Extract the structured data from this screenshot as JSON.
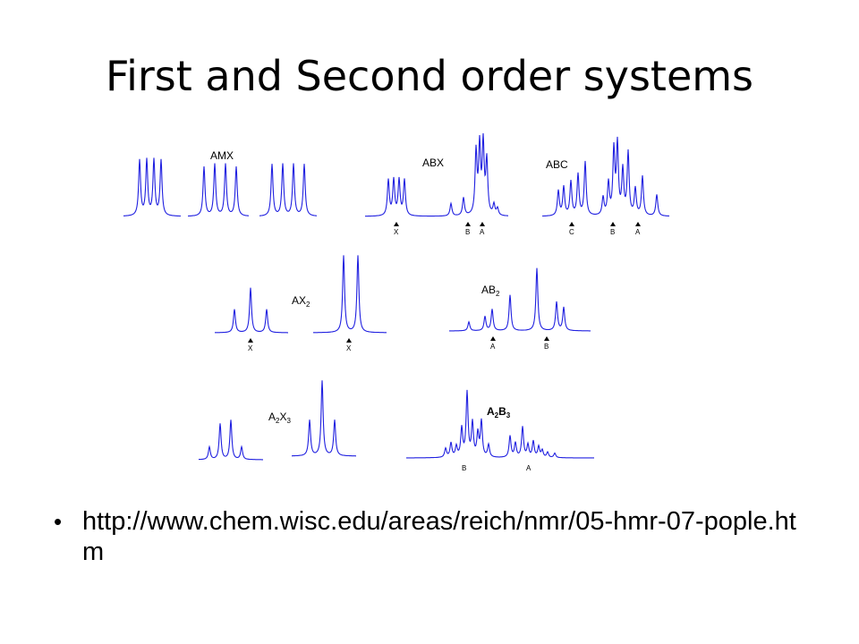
{
  "slide": {
    "title": "First and Second order systems",
    "bullet": "http://www.chem.wisc.edu/areas/reich/nmr/05-hmr-07-pople.htm"
  },
  "colors": {
    "spectrum": "#2020e0",
    "marker": "#000000"
  },
  "spectra": {
    "amx": {
      "label": "AMX",
      "markers": []
    },
    "abx": {
      "label": "ABX",
      "markers": [
        "X",
        "B",
        "A"
      ]
    },
    "abc": {
      "label": "ABC",
      "markers": [
        "C",
        "B",
        "A"
      ]
    },
    "ax2": {
      "label": "AX",
      "sub": "2",
      "markers": [
        "X",
        "X"
      ]
    },
    "ab2": {
      "label": "AB",
      "sub": "2",
      "markers": [
        "A",
        "B"
      ]
    },
    "a2x3": {
      "label_parts": [
        "A",
        "2",
        "X",
        "3"
      ],
      "markers": []
    },
    "a2b3": {
      "label_parts": [
        "A",
        "2",
        "B",
        "3"
      ],
      "markers": [
        "B",
        "A"
      ]
    }
  }
}
